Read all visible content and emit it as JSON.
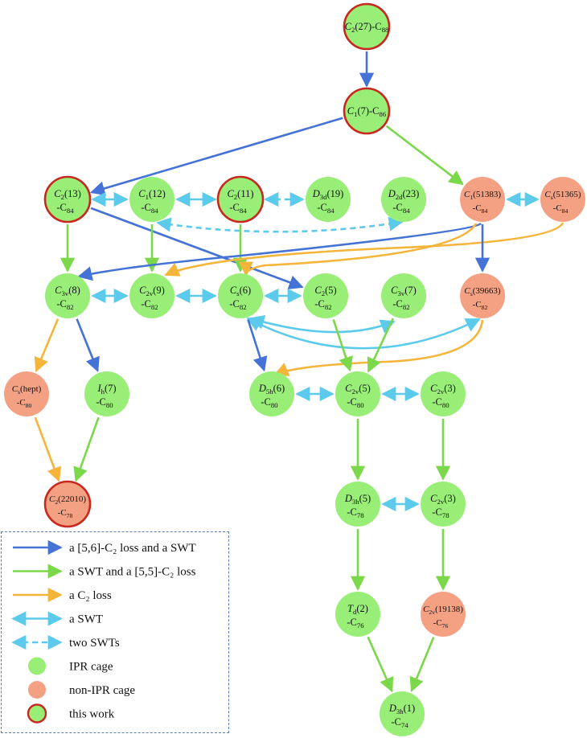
{
  "colors": {
    "ipr": "#99EE77",
    "non_ipr": "#F4A183",
    "this_work_ring": "#C8281E",
    "blue_arrow": "#4472D6",
    "green_arrow": "#7BD84A",
    "orange_arrow": "#F5B53A",
    "cyan_arrow": "#5CCBEB",
    "legend_border": "#5A7FB5"
  },
  "nodes": [
    {
      "id": "c88",
      "sym": "C",
      "sub": "2",
      "num": "(27)",
      "cage": "C",
      "size": "88",
      "kind": "ipr",
      "this_work": true,
      "one_line": true
    },
    {
      "id": "c86",
      "sym": "C",
      "sub": "1",
      "num": "(7)",
      "cage": "C",
      "size": "86",
      "kind": "ipr",
      "this_work": true,
      "one_line": true
    },
    {
      "id": "c84_13",
      "sym": "C",
      "sub": "2",
      "num": "(13)",
      "cage": "C",
      "size": "84",
      "kind": "ipr",
      "this_work": true
    },
    {
      "id": "c84_12",
      "sym": "C",
      "sub": "1",
      "num": "(12)",
      "cage": "C",
      "size": "84",
      "kind": "ipr",
      "this_work": false
    },
    {
      "id": "c84_11",
      "sym": "C",
      "sub": "2",
      "num": "(11)",
      "cage": "C",
      "size": "84",
      "kind": "ipr",
      "this_work": true
    },
    {
      "id": "c84_19",
      "sym": "D",
      "sub": "3d",
      "num": "(19)",
      "cage": "C",
      "size": "84",
      "kind": "ipr",
      "this_work": false
    },
    {
      "id": "c84_23",
      "sym": "D",
      "sub": "2d",
      "num": "(23)",
      "cage": "C",
      "size": "84",
      "kind": "ipr",
      "this_work": false
    },
    {
      "id": "c84_51383",
      "sym": "C",
      "sub": "1",
      "num": "(51383)",
      "cage": "C",
      "size": "84",
      "kind": "non_ipr",
      "this_work": false
    },
    {
      "id": "c84_51365",
      "sym": "C",
      "sub": "s",
      "num": "(51365)",
      "cage": "C",
      "size": "84",
      "kind": "non_ipr",
      "this_work": false
    },
    {
      "id": "c82_8",
      "sym": "C",
      "sub": "3v",
      "num": "(8)",
      "cage": "C",
      "size": "82",
      "kind": "ipr",
      "this_work": false
    },
    {
      "id": "c82_9",
      "sym": "C",
      "sub": "2v",
      "num": "(9)",
      "cage": "C",
      "size": "82",
      "kind": "ipr",
      "this_work": false
    },
    {
      "id": "c82_6",
      "sym": "C",
      "sub": "s",
      "num": "(6)",
      "cage": "C",
      "size": "82",
      "kind": "ipr",
      "this_work": false
    },
    {
      "id": "c82_5",
      "sym": "C",
      "sub": "2",
      "num": "(5)",
      "cage": "C",
      "size": "82",
      "kind": "ipr",
      "this_work": false
    },
    {
      "id": "c82_7",
      "sym": "C",
      "sub": "3v",
      "num": "(7)",
      "cage": "C",
      "size": "82",
      "kind": "ipr",
      "this_work": false
    },
    {
      "id": "c82_39663",
      "sym": "C",
      "sub": "s",
      "num": "(39663)",
      "cage": "C",
      "size": "82",
      "kind": "non_ipr",
      "this_work": false
    },
    {
      "id": "c80_hept",
      "sym": "C",
      "sub": "s",
      "num": "(hept)",
      "cage": "C",
      "size": "80",
      "kind": "non_ipr",
      "this_work": false
    },
    {
      "id": "c80_7",
      "sym": "I",
      "sub": "h",
      "num": "(7)",
      "cage": "C",
      "size": "80",
      "kind": "ipr",
      "this_work": false
    },
    {
      "id": "c80_6",
      "sym": "D",
      "sub": "5h",
      "num": "(6)",
      "cage": "C",
      "size": "80",
      "kind": "ipr",
      "this_work": false
    },
    {
      "id": "c80_5",
      "sym": "C",
      "sub": "2v",
      "num": "(5)",
      "cage": "C",
      "size": "80",
      "kind": "ipr",
      "this_work": false
    },
    {
      "id": "c80_3",
      "sym": "C",
      "sub": "2v",
      "num": "(3)",
      "cage": "C",
      "size": "80",
      "kind": "ipr",
      "this_work": false
    },
    {
      "id": "c78_22010",
      "sym": "C",
      "sub": "2",
      "num": "(22010)",
      "cage": "C",
      "size": "78",
      "kind": "non_ipr",
      "this_work": true
    },
    {
      "id": "c78_5",
      "sym": "D",
      "sub": "3h",
      "num": "(5)",
      "cage": "C",
      "size": "78",
      "kind": "ipr",
      "this_work": false
    },
    {
      "id": "c78_3",
      "sym": "C",
      "sub": "2v",
      "num": "(3)",
      "cage": "C",
      "size": "78",
      "kind": "ipr",
      "this_work": false
    },
    {
      "id": "c76_2",
      "sym": "T",
      "sub": "d",
      "num": "(2)",
      "cage": "C",
      "size": "76",
      "kind": "ipr",
      "this_work": false
    },
    {
      "id": "c76_19138",
      "sym": "C",
      "sub": "2v",
      "num": "(19138)",
      "cage": "C",
      "size": "76",
      "kind": "non_ipr",
      "this_work": false
    },
    {
      "id": "c74_1",
      "sym": "D",
      "sub": "3h",
      "num": "(1)",
      "cage": "C",
      "size": "74",
      "kind": "ipr",
      "this_work": false
    }
  ],
  "edges": [
    {
      "from": "c88",
      "to": "c86",
      "type": "blue"
    },
    {
      "from": "c86",
      "to": "c84_13",
      "type": "blue"
    },
    {
      "from": "c86",
      "to": "c84_51383",
      "type": "green"
    },
    {
      "from": "c84_13",
      "to": "c84_12",
      "type": "cyan"
    },
    {
      "from": "c84_12",
      "to": "c84_11",
      "type": "cyan"
    },
    {
      "from": "c84_11",
      "to": "c84_19",
      "type": "cyan_dashed"
    },
    {
      "from": "c84_12",
      "to": "c84_23",
      "type": "cyan_dashed"
    },
    {
      "from": "c84_51383",
      "to": "c84_51365",
      "type": "cyan"
    },
    {
      "from": "c84_13",
      "to": "c82_8",
      "type": "green"
    },
    {
      "from": "c84_13",
      "to": "c82_5",
      "type": "blue"
    },
    {
      "from": "c84_12",
      "to": "c82_9",
      "type": "green"
    },
    {
      "from": "c84_11",
      "to": "c82_6",
      "type": "green"
    },
    {
      "from": "c84_51383",
      "to": "c82_8",
      "type": "blue"
    },
    {
      "from": "c84_51383",
      "to": "c82_6",
      "type": "orange"
    },
    {
      "from": "c84_51365",
      "to": "c82_9",
      "type": "orange"
    },
    {
      "from": "c84_51383",
      "to": "c82_39663",
      "type": "blue"
    },
    {
      "from": "c82_8",
      "to": "c82_9",
      "type": "cyan"
    },
    {
      "from": "c82_9",
      "to": "c82_6",
      "type": "cyan"
    },
    {
      "from": "c82_6",
      "to": "c82_5",
      "type": "cyan"
    },
    {
      "from": "c82_6",
      "to": "c82_7",
      "type": "cyan"
    },
    {
      "from": "c82_6",
      "to": "c82_39663",
      "type": "cyan"
    },
    {
      "from": "c82_8",
      "to": "c80_hept",
      "type": "orange"
    },
    {
      "from": "c82_8",
      "to": "c80_7",
      "type": "blue"
    },
    {
      "from": "c82_6",
      "to": "c80_6",
      "type": "blue"
    },
    {
      "from": "c82_39663",
      "to": "c80_6",
      "type": "orange"
    },
    {
      "from": "c82_5",
      "to": "c80_5",
      "type": "green"
    },
    {
      "from": "c82_7",
      "to": "c80_5",
      "type": "green"
    },
    {
      "from": "c80_6",
      "to": "c80_5",
      "type": "cyan"
    },
    {
      "from": "c80_5",
      "to": "c80_3",
      "type": "cyan"
    },
    {
      "from": "c80_hept",
      "to": "c78_22010",
      "type": "orange"
    },
    {
      "from": "c80_7",
      "to": "c78_22010",
      "type": "green"
    },
    {
      "from": "c80_5",
      "to": "c78_5",
      "type": "green"
    },
    {
      "from": "c80_3",
      "to": "c78_3",
      "type": "green"
    },
    {
      "from": "c78_5",
      "to": "c78_3",
      "type": "cyan"
    },
    {
      "from": "c78_5",
      "to": "c76_2",
      "type": "green"
    },
    {
      "from": "c78_3",
      "to": "c76_19138",
      "type": "green"
    },
    {
      "from": "c76_2",
      "to": "c74_1",
      "type": "green"
    },
    {
      "from": "c76_19138",
      "to": "c74_1",
      "type": "green"
    }
  ],
  "legend": {
    "items": [
      {
        "kind": "blue_arrow",
        "label": "a [5,6]-C₂ loss and a SWT"
      },
      {
        "kind": "green_arrow",
        "label": "a SWT and a [5,5]-C₂ loss"
      },
      {
        "kind": "orange_arrow",
        "label": "a C₂ loss"
      },
      {
        "kind": "cyan_arrow",
        "label": "a SWT"
      },
      {
        "kind": "cyan_dashed",
        "label": "two SWTs"
      },
      {
        "kind": "ipr_dot",
        "label": "IPR cage"
      },
      {
        "kind": "non_ipr_dot",
        "label": "non-IPR cage"
      },
      {
        "kind": "this_work_dot",
        "label": "this work"
      }
    ]
  }
}
